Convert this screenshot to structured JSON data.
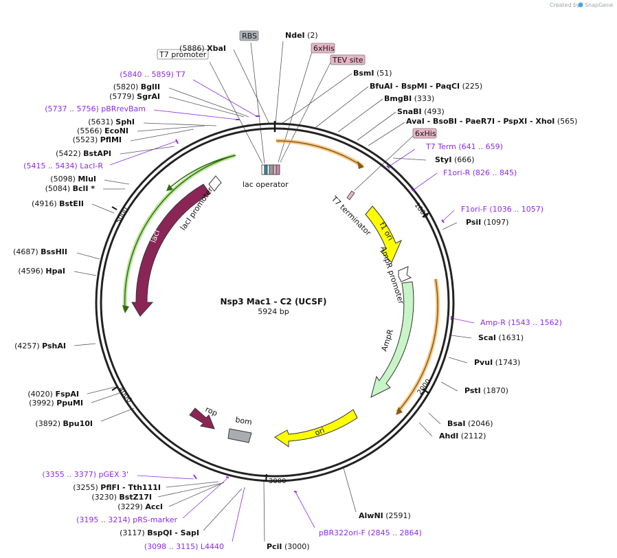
{
  "watermark": {
    "prefix": "Created by",
    "brand": "SnapGene"
  },
  "plasmid": {
    "name": "Nsp3 Mac1 - C2 (UCSF)",
    "size_label": "5924 bp"
  },
  "ticks": [
    {
      "label": "1000"
    },
    {
      "label": "2000"
    },
    {
      "label": "3000"
    },
    {
      "label": "4000"
    },
    {
      "label": "5000"
    }
  ],
  "features": [
    {
      "id": "lac-operator",
      "label": "lac operator"
    },
    {
      "id": "t7-terminator",
      "label": "T7 terminator"
    },
    {
      "id": "f1-ori",
      "label": "f1 ori"
    },
    {
      "id": "ampr-promoter",
      "label": "AmpR promoter"
    },
    {
      "id": "ampr",
      "label": "AmpR"
    },
    {
      "id": "ori",
      "label": "ori"
    },
    {
      "id": "bom",
      "label": "bom"
    },
    {
      "id": "rop",
      "label": "rop"
    },
    {
      "id": "laci",
      "label": "lacI"
    },
    {
      "id": "laci-promoter",
      "label": "lacI promoter"
    }
  ],
  "labels": [
    {
      "id": "rbs",
      "kind": "boxed-gray",
      "text": "RBS"
    },
    {
      "id": "ndei",
      "kind": "site",
      "name": "NdeI",
      "pos": "(2)"
    },
    {
      "id": "6xhis-a",
      "kind": "boxed-pink",
      "text": "6xHis"
    },
    {
      "id": "tev",
      "kind": "boxed-pink",
      "text": "TEV site"
    },
    {
      "id": "bsmi",
      "kind": "site",
      "name": "BsmI",
      "pos": "(51)"
    },
    {
      "id": "bfuai",
      "kind": "site",
      "name": "BfuAI  - BspMI  - PaqCI",
      "pos": "(225)"
    },
    {
      "id": "bmgbi",
      "kind": "site",
      "name": "BmgBI",
      "pos": "(333)"
    },
    {
      "id": "snabi",
      "kind": "site",
      "name": "SnaBI",
      "pos": "(493)"
    },
    {
      "id": "avai",
      "kind": "site",
      "name": "AvaI  - BsoBI  - PaeR7I  - PspXI  - XhoI",
      "pos": "(565)"
    },
    {
      "id": "6xhis-b",
      "kind": "boxed-pink",
      "text": "6xHis"
    },
    {
      "id": "t7term",
      "kind": "primer",
      "name": "T7 Term",
      "pos": "(641 .. 659)"
    },
    {
      "id": "styi",
      "kind": "site",
      "name": "StyI",
      "pos": "(666)"
    },
    {
      "id": "f1orir",
      "kind": "primer",
      "name": "F1ori-R",
      "pos": "(826 .. 845)"
    },
    {
      "id": "f1orif",
      "kind": "primer",
      "name": "F1ori-F",
      "pos": "(1036 .. 1057)"
    },
    {
      "id": "psii",
      "kind": "site",
      "name": "PsiI",
      "pos": "(1097)"
    },
    {
      "id": "ampr-primer",
      "kind": "primer",
      "name": "Amp-R",
      "pos": "(1543 .. 1562)"
    },
    {
      "id": "scai",
      "kind": "site",
      "name": "ScaI",
      "pos": "(1631)"
    },
    {
      "id": "pvui",
      "kind": "site",
      "name": "PvuI",
      "pos": "(1743)"
    },
    {
      "id": "psti",
      "kind": "site",
      "name": "PstI",
      "pos": "(1870)"
    },
    {
      "id": "bsai",
      "kind": "site",
      "name": "BsaI",
      "pos": "(2046)"
    },
    {
      "id": "ahdi",
      "kind": "site",
      "name": "AhdI",
      "pos": "(2112)"
    },
    {
      "id": "alwni",
      "kind": "site",
      "name": "AlwNI",
      "pos": "(2591)"
    },
    {
      "id": "pbr322",
      "kind": "primer",
      "name": "pBR322ori-F",
      "pos": "(2845 .. 2864)"
    },
    {
      "id": "pcii",
      "kind": "site",
      "name": "PciI",
      "pos": "(3000)"
    },
    {
      "id": "l4440",
      "kind": "primer-left",
      "name": "L4440",
      "pos": "(3098 .. 3115)"
    },
    {
      "id": "bspqi",
      "kind": "site-left",
      "name": "BspQI  - SapI",
      "pos": "(3117)"
    },
    {
      "id": "prs",
      "kind": "primer-left",
      "name": "pRS-marker",
      "pos": "(3195 .. 3214)"
    },
    {
      "id": "acci",
      "kind": "site-left",
      "name": "AccI",
      "pos": "(3229)"
    },
    {
      "id": "bstz17i",
      "kind": "site-left",
      "name": "BstZ17I",
      "pos": "(3230)"
    },
    {
      "id": "pflfi",
      "kind": "site-left",
      "name": "PflFI  - Tth111I",
      "pos": "(3255)"
    },
    {
      "id": "pgex",
      "kind": "primer-left",
      "name": "pGEX 3'",
      "pos": "(3355 .. 3377)"
    },
    {
      "id": "bpu10i",
      "kind": "site-left",
      "name": "Bpu10I",
      "pos": "(3892)"
    },
    {
      "id": "ppumi",
      "kind": "site-left",
      "name": "PpuMI",
      "pos": "(3992)"
    },
    {
      "id": "fspai",
      "kind": "site-left",
      "name": "FspAI",
      "pos": "(4020)"
    },
    {
      "id": "pshai",
      "kind": "site-left",
      "name": "PshAI",
      "pos": "(4257)"
    },
    {
      "id": "hpai",
      "kind": "site-left",
      "name": "HpaI",
      "pos": "(4596)"
    },
    {
      "id": "bsshii",
      "kind": "site-left",
      "name": "BssHII",
      "pos": "(4687)"
    },
    {
      "id": "bsteii",
      "kind": "site-left",
      "name": "BstEII",
      "pos": "(4916)"
    },
    {
      "id": "bcli",
      "kind": "site-left",
      "name": "BclI *",
      "pos": "(5084)"
    },
    {
      "id": "mlui",
      "kind": "site-left",
      "name": "MluI",
      "pos": "(5098)"
    },
    {
      "id": "laci-r",
      "kind": "primer-left",
      "name": "LacI-R",
      "pos": "(5415 .. 5434)"
    },
    {
      "id": "bstapi",
      "kind": "site-left",
      "name": "BstAPI",
      "pos": "(5422)"
    },
    {
      "id": "pflmi",
      "kind": "site-left",
      "name": "PflMI",
      "pos": "(5523)"
    },
    {
      "id": "econi",
      "kind": "site-left",
      "name": "EcoNI",
      "pos": "(5566)"
    },
    {
      "id": "sphi",
      "kind": "site-left",
      "name": "SphI",
      "pos": "(5631)"
    },
    {
      "id": "pbrrevbam",
      "kind": "primer-left",
      "name": "pBRrevBam",
      "pos": "(5737 .. 5756)"
    },
    {
      "id": "sgrai",
      "kind": "site-left",
      "name": "SgrAI",
      "pos": "(5779)"
    },
    {
      "id": "bglii",
      "kind": "site-left",
      "name": "BglII",
      "pos": "(5820)"
    },
    {
      "id": "t7",
      "kind": "primer-left",
      "name": "T7",
      "pos": "(5840 .. 5859)"
    },
    {
      "id": "t7prom",
      "kind": "boxed-white",
      "text": "T7 promoter"
    },
    {
      "id": "xbai",
      "kind": "site-left",
      "name": "XbaI",
      "pos": "(5886)"
    }
  ],
  "colors": {
    "purple": "#8a2be2",
    "laci": "#8b2556",
    "ori": "#ffff00",
    "ampr": "#c8f5c8",
    "laci_orf": "#7ccd3c",
    "orf_orange": "#f4a640"
  }
}
